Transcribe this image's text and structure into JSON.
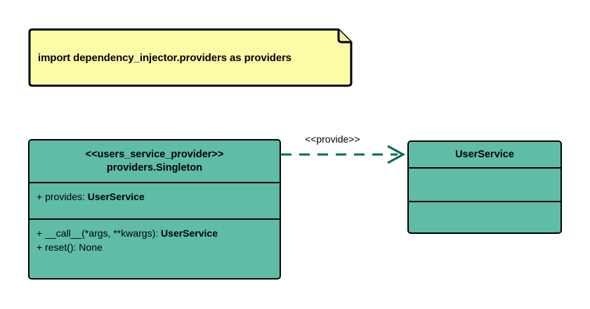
{
  "diagram": {
    "type": "uml-class-diagram",
    "colors": {
      "note_fill": "#FCFCA8",
      "class_fill": "#5FBCA6",
      "border": "#000000",
      "connector": "#00695C",
      "background": "#FFFFFF"
    }
  },
  "note": {
    "text": "import dependency_injector.providers as providers"
  },
  "classes": [
    {
      "id": "users_service_provider",
      "stereotype": "<<users_service_provider>>",
      "name": "providers.Singleton",
      "attributes": [
        {
          "visibility": "+",
          "label": "provides: ",
          "type": "UserService"
        }
      ],
      "methods": [
        {
          "visibility": "+",
          "label": "__call__(*args, **kwargs): ",
          "type": "UserService"
        },
        {
          "visibility": "+",
          "label": "reset(): None",
          "type": ""
        }
      ]
    },
    {
      "id": "user_service",
      "stereotype": "",
      "name": "UserService",
      "attributes": [],
      "methods": []
    }
  ],
  "connector": {
    "label": "<<provide>>",
    "style": "dashed",
    "arrowhead": "open",
    "from": "users_service_provider",
    "to": "user_service"
  }
}
